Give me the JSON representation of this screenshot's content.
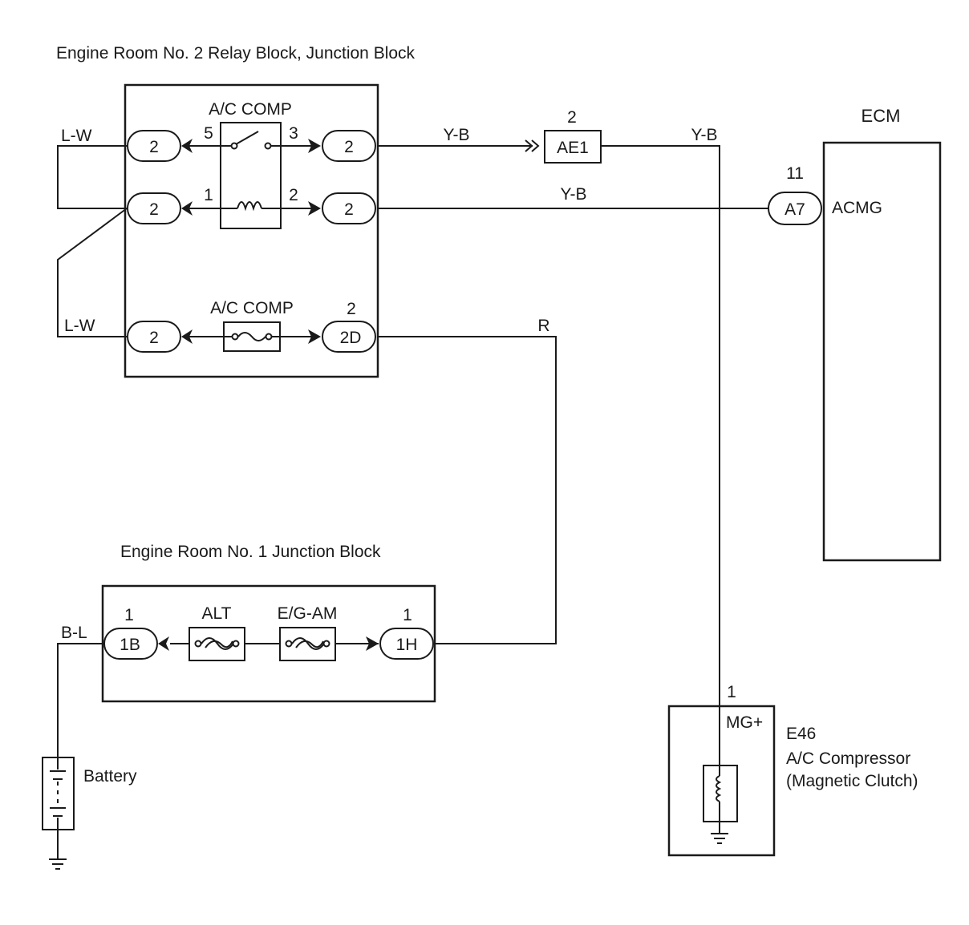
{
  "blocks": {
    "relay_block_title": "Engine Room No. 2 Relay Block, Junction Block",
    "jb1_title": "Engine Room No. 1 Junction Block",
    "ecm_title": "ECM",
    "e46_id": "E46",
    "e46_line1": "A/C Compressor",
    "e46_line2": "(Magnetic Clutch)",
    "battery": "Battery"
  },
  "components": {
    "relay_label": "A/C COMP",
    "fuse_label": "A/C COMP",
    "alt_label": "ALT",
    "egam_label": "E/G-AM"
  },
  "wires": {
    "lw_top": "L-W",
    "lw_bottom": "L-W",
    "yb_relay": "Y-B",
    "yb_clutch": "Y-B",
    "yb_ecm": "Y-B",
    "r": "R",
    "bl": "B-L"
  },
  "connectors": {
    "relay_left_top": "2",
    "relay_left_mid": "2",
    "fuse_left": "2",
    "relay_right_top": "2",
    "relay_right_mid": "2",
    "fuse_right": "2D",
    "ae1": "AE1",
    "a7": "A7",
    "jb1_left": "1B",
    "jb1_right": "1H"
  },
  "pins": {
    "relay_5": "5",
    "relay_3": "3",
    "relay_1": "1",
    "relay_2": "2",
    "fuse_2d": "2",
    "ae1": "2",
    "a7": "11",
    "jb1_1b": "1",
    "jb1_1h": "1",
    "e46": "1"
  },
  "terminals": {
    "acmg": "ACMG",
    "mg_plus": "MG+"
  }
}
